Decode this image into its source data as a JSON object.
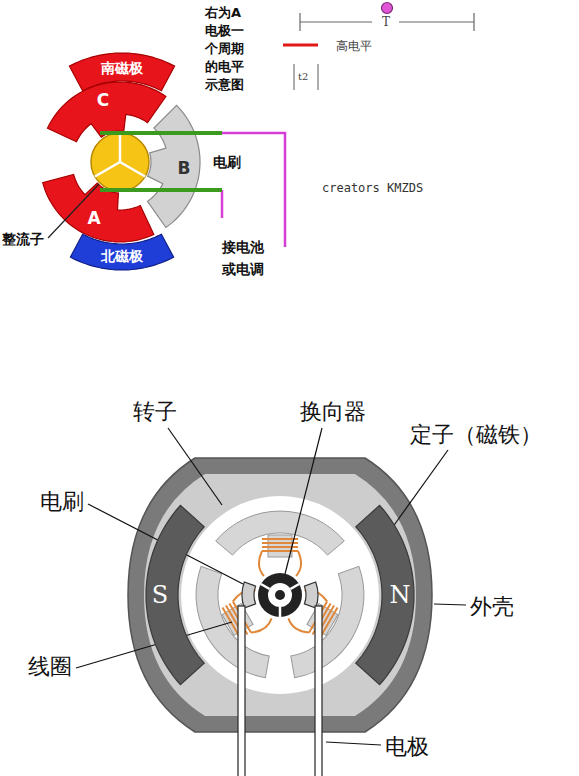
{
  "diagram": {
    "nodes": [
      {
        "text": [
          "南磁极"
        ]
      },
      {
        "text": [
          "C"
        ]
      },
      {
        "text": [
          "B"
        ]
      },
      {
        "text": [
          "A"
        ]
      },
      {
        "text": [
          "北磁极"
        ]
      },
      {
        "text": [
          "S"
        ]
      },
      {
        "text": [
          "N"
        ]
      }
    ],
    "labels": [
      "右为A电极一个周期的电平示意图",
      "T",
      "高电平",
      "t2",
      "电刷",
      "整流子",
      "接电池或电调",
      "creators KMZDS",
      "转子",
      "换向器",
      "定子（磁铁）",
      "电刷",
      "外壳",
      "线圈",
      "电极"
    ]
  }
}
